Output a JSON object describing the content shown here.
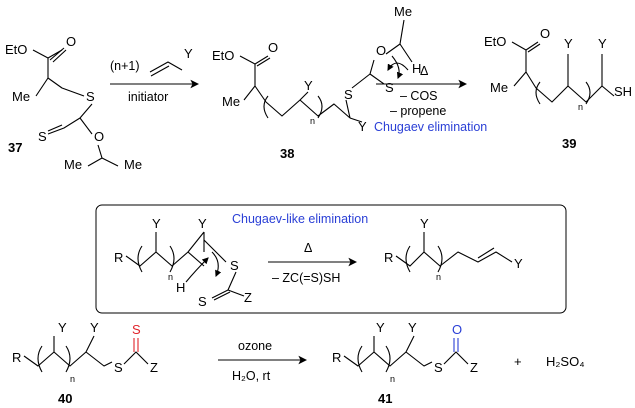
{
  "compounds": {
    "c37": {
      "label": "37",
      "etO": "EtO",
      "o": "O",
      "me1": "Me",
      "s1": "S",
      "s2": "S",
      "o2": "O",
      "me2": "Me",
      "me3": "Me"
    },
    "c38": {
      "label": "38",
      "etO": "EtO",
      "o": "O",
      "me": "Me",
      "y1": "Y",
      "y2": "Y",
      "n": "n",
      "s": "S",
      "s2": "S",
      "o2": "O",
      "meTop": "Me",
      "h": "H"
    },
    "c39": {
      "label": "39",
      "etO": "EtO",
      "o": "O",
      "me": "Me",
      "y1": "Y",
      "y2": "Y",
      "n": "n",
      "sh": "SH"
    },
    "c40": {
      "label": "40",
      "r": "R",
      "y1": "Y",
      "y2": "Y",
      "n": "n",
      "s": "S",
      "sRed": "S",
      "z": "Z"
    },
    "c41": {
      "label": "41",
      "r": "R",
      "y1": "Y",
      "y2": "Y",
      "n": "n",
      "s": "S",
      "oBlue": "O",
      "z": "Z"
    },
    "boxLeft": {
      "r": "R",
      "y1": "Y",
      "y2": "Y",
      "n": "n",
      "h": "H",
      "s1": "S",
      "s2": "S",
      "z": "Z"
    },
    "boxRight": {
      "r": "R",
      "y1": "Y",
      "y2": "Y",
      "n": "n"
    }
  },
  "reagents": {
    "monomer": {
      "coef": "(n+1)",
      "y": "Y",
      "below": "initiator"
    },
    "heat1": {
      "above": "Δ",
      "below1": "– COS",
      "below2": "– propene",
      "name": "Chugaev elimination"
    },
    "box": {
      "title": "Chugaev-like elimination",
      "above": "Δ",
      "below": "– ZC(=S)SH"
    },
    "ozone": {
      "above": "ozone",
      "below": "H₂O, rt"
    }
  },
  "byproduct": {
    "plus": "+",
    "h2so4": "H₂SO₄"
  },
  "colors": {
    "blue": "#2a3fd6",
    "red": "#e0242b"
  }
}
